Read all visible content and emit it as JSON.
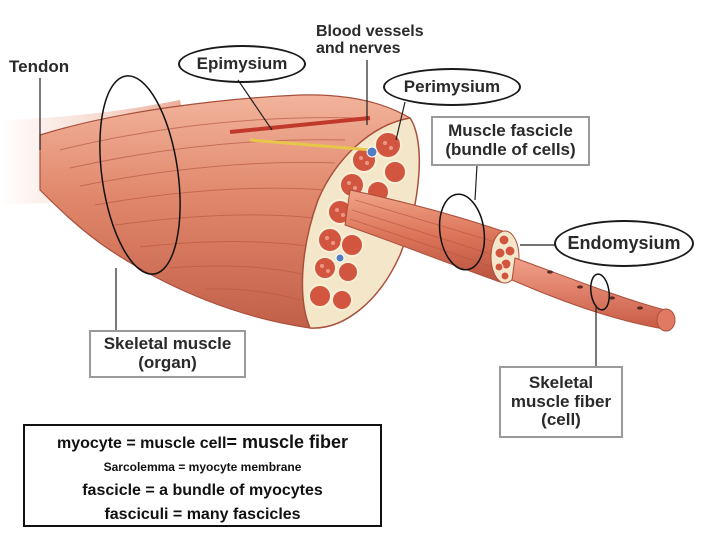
{
  "labels": {
    "tendon": "Tendon",
    "epimysium": "Epimysium",
    "blood_vessels": [
      "Blood vessels",
      "and nerves"
    ],
    "perimysium": "Perimysium",
    "muscle_fascicle": [
      "Muscle fascicle",
      "(bundle of cells)"
    ],
    "endomysium": "Endomysium",
    "skeletal_muscle": [
      "Skeletal muscle",
      "(organ)"
    ],
    "skeletal_fiber": [
      "Skeletal",
      "muscle fiber",
      "(cell)"
    ]
  },
  "legend": {
    "line1_a": "myocyte = muscle cell",
    "line1_b": "= muscle fiber",
    "line2": "Sarcolemma = myocyte membrane",
    "line3": "fascicle = a bundle of myocytes",
    "line4": "fasciculi = many fascicles"
  },
  "colors": {
    "muscle_main": "#e0866a",
    "muscle_dark": "#b6503a",
    "fascicle_red": "#d2563f",
    "connective": "#f4e6c8",
    "blood_vessel": "#c0392b",
    "nerve": "#e8c64a"
  }
}
